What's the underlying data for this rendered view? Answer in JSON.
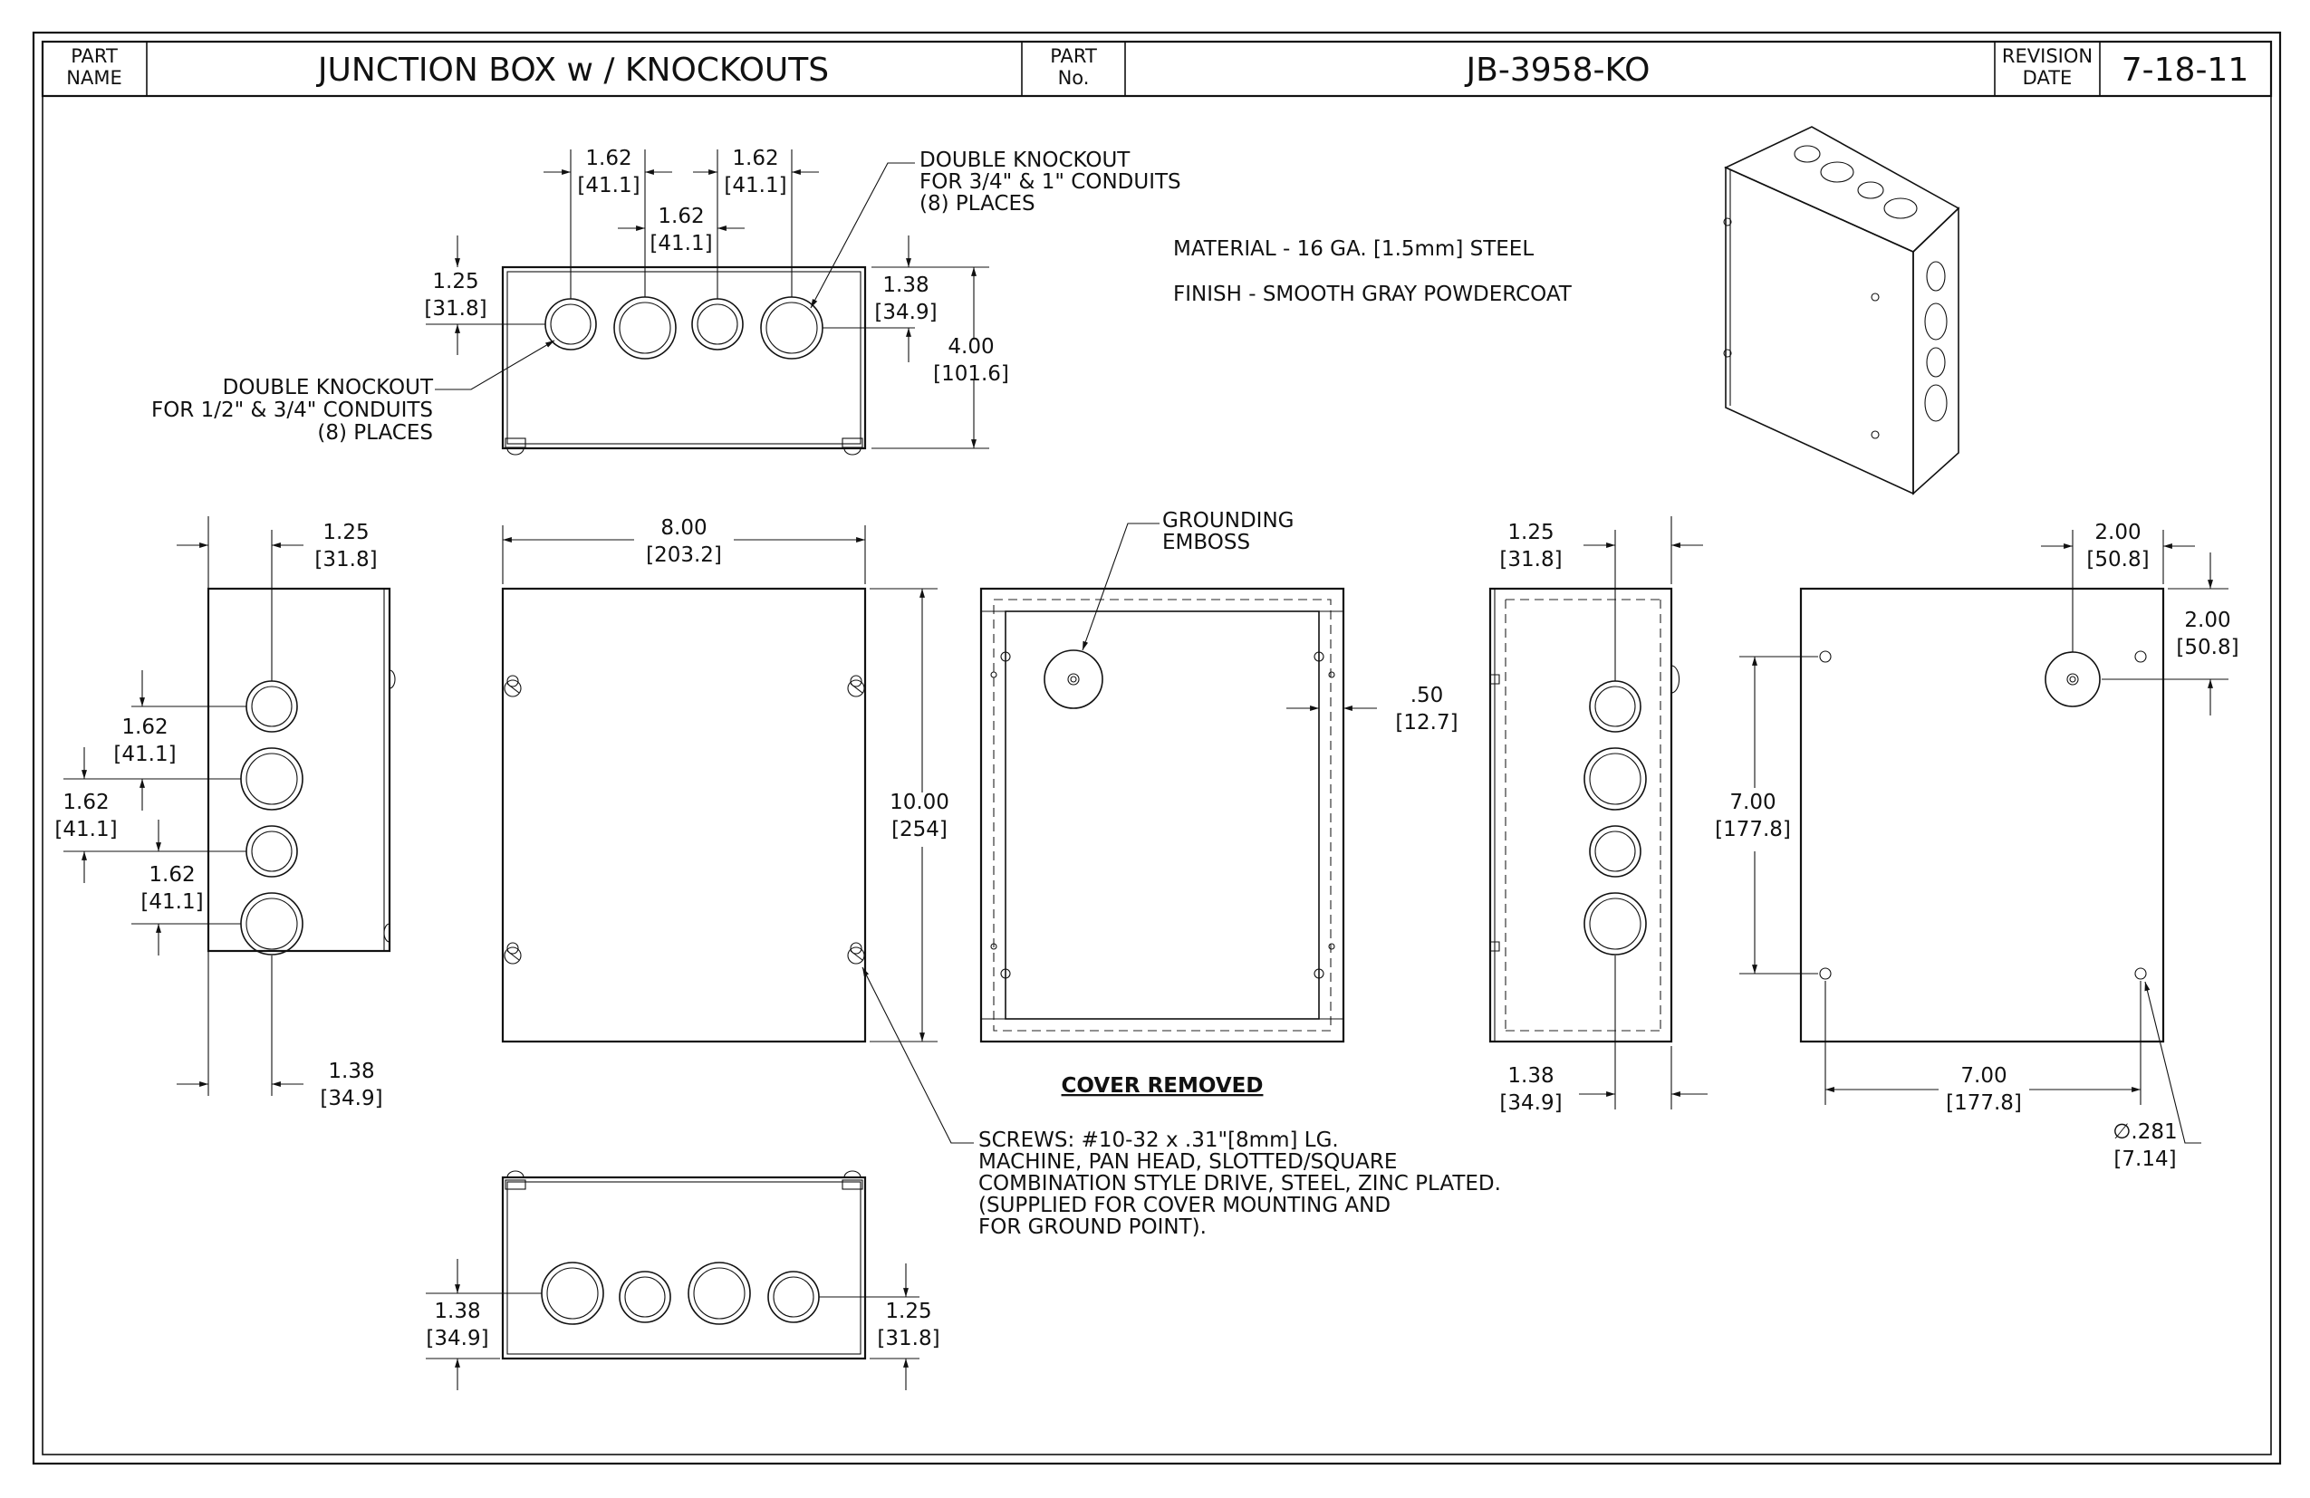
{
  "title_block": {
    "part_name_label": [
      "PART",
      "NAME"
    ],
    "part_name": "JUNCTION BOX w / KNOCKOUTS",
    "part_no_label": [
      "PART",
      "No."
    ],
    "part_no": "JB-3958-KO",
    "revision_label": [
      "REVISION",
      "DATE"
    ],
    "revision_date": "7-18-11"
  },
  "notes": {
    "material": "MATERIAL - 16 GA. [1.5mm] STEEL",
    "finish": "FINISH - SMOOTH GRAY POWDERCOAT",
    "knockout_large": [
      "DOUBLE KNOCKOUT",
      "FOR 3/4\" & 1\" CONDUITS",
      "(8) PLACES"
    ],
    "knockout_small": [
      "DOUBLE KNOCKOUT",
      "FOR 1/2\" & 3/4\" CONDUITS",
      "(8) PLACES"
    ],
    "grounding": [
      "GROUNDING",
      "EMBOSS"
    ],
    "cover_removed": "COVER REMOVED",
    "screws": [
      "SCREWS: #10-32 x .31\"[8mm] LG.",
      "MACHINE, PAN HEAD, SLOTTED/SQUARE",
      "COMBINATION STYLE DRIVE, STEEL, ZINC PLATED.",
      "(SUPPLIED FOR COVER MOUNTING AND",
      "FOR GROUND POINT)."
    ]
  },
  "dims": {
    "top_162a": [
      "1.62",
      "[41.1]"
    ],
    "top_162b": [
      "1.62",
      "[41.1]"
    ],
    "top_162c": [
      "1.62",
      "[41.1]"
    ],
    "top_125": [
      "1.25",
      "[31.8]"
    ],
    "top_138": [
      "1.38",
      "[34.9]"
    ],
    "top_400": [
      "4.00",
      "[101.6]"
    ],
    "left_125": [
      "1.25",
      "[31.8]"
    ],
    "left_162a": [
      "1.62",
      "[41.1]"
    ],
    "left_162b": [
      "1.62",
      "[41.1]"
    ],
    "left_162c": [
      "1.62",
      "[41.1]"
    ],
    "left_138": [
      "1.38",
      "[34.9]"
    ],
    "front_800": [
      "8.00",
      "[203.2]"
    ],
    "front_1000": [
      "10.00",
      "[254]"
    ],
    "inner_050": [
      ".50",
      "[12.7]"
    ],
    "right_125": [
      "1.25",
      "[31.8]"
    ],
    "right_138": [
      "1.38",
      "[34.9]"
    ],
    "back_200a": [
      "2.00",
      "[50.8]"
    ],
    "back_200b": [
      "2.00",
      "[50.8]"
    ],
    "back_700v": [
      "7.00",
      "[177.8]"
    ],
    "back_700h": [
      "7.00",
      "[177.8]"
    ],
    "back_dia": [
      "∅.281",
      "[7.14]"
    ],
    "bottom_138": [
      "1.38",
      "[34.9]"
    ],
    "bottom_125": [
      "1.25",
      "[31.8]"
    ]
  }
}
